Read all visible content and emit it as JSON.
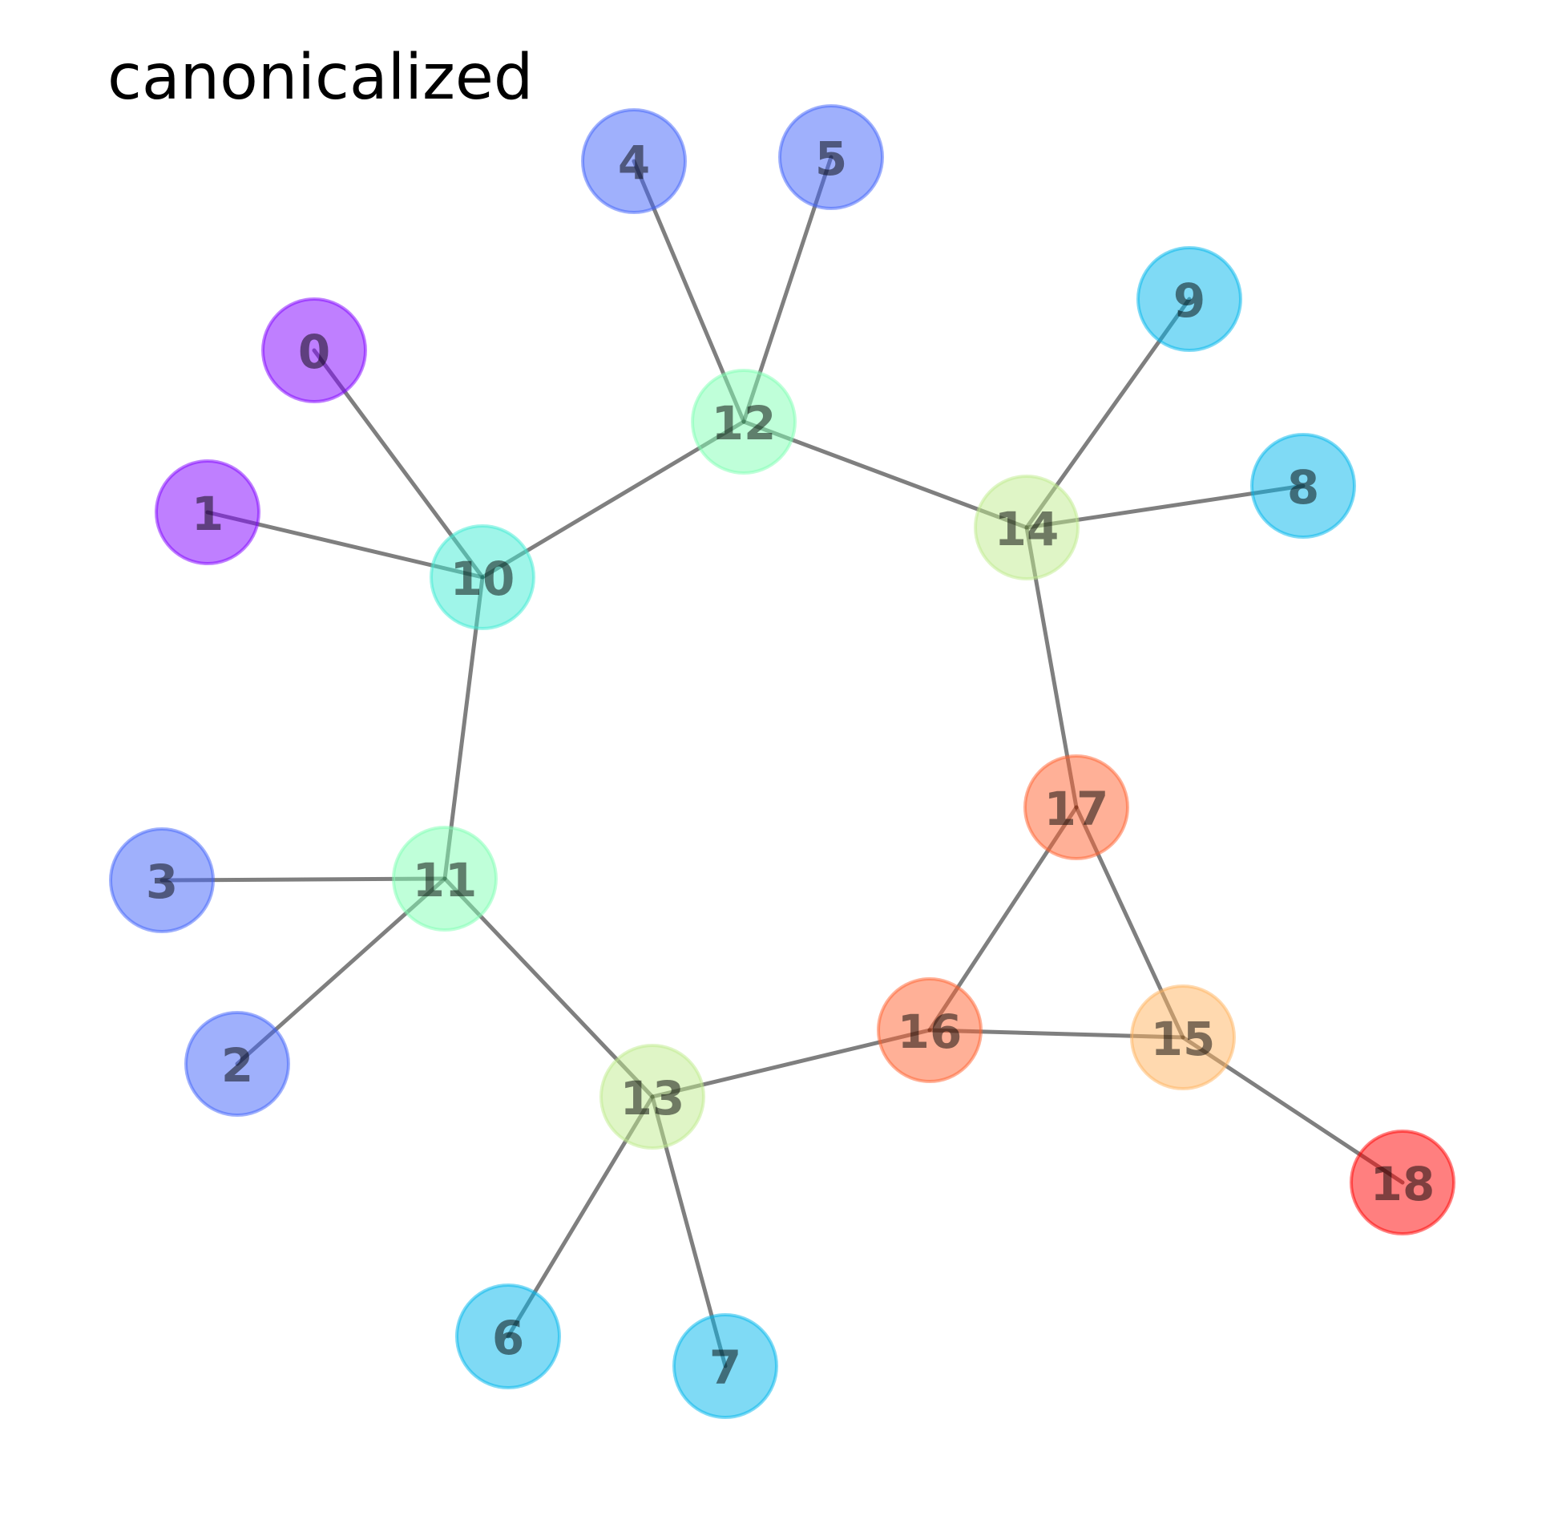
{
  "title": "canonicalized",
  "graph": {
    "nodes": [
      {
        "id": 0,
        "label": "0",
        "color": "#8000ff"
      },
      {
        "id": 1,
        "label": "1",
        "color": "#8000ff"
      },
      {
        "id": 2,
        "label": "2",
        "color": "#4062fa"
      },
      {
        "id": 3,
        "label": "3",
        "color": "#4062fa"
      },
      {
        "id": 4,
        "label": "4",
        "color": "#4062fa"
      },
      {
        "id": 5,
        "label": "5",
        "color": "#4062fa"
      },
      {
        "id": 6,
        "label": "6",
        "color": "#00b5eb"
      },
      {
        "id": 7,
        "label": "7",
        "color": "#00b5eb"
      },
      {
        "id": 8,
        "label": "8",
        "color": "#00b5eb"
      },
      {
        "id": 9,
        "label": "9",
        "color": "#00b5eb"
      },
      {
        "id": 10,
        "label": "10",
        "color": "#40ecd4"
      },
      {
        "id": 11,
        "label": "11",
        "color": "#80ffb4"
      },
      {
        "id": 12,
        "label": "12",
        "color": "#80ffb4"
      },
      {
        "id": 13,
        "label": "13",
        "color": "#c0eb8d"
      },
      {
        "id": 14,
        "label": "14",
        "color": "#c0eb8d"
      },
      {
        "id": 15,
        "label": "15",
        "color": "#ffb360"
      },
      {
        "id": 16,
        "label": "16",
        "color": "#ff6230"
      },
      {
        "id": 17,
        "label": "17",
        "color": "#ff6230"
      },
      {
        "id": 18,
        "label": "18",
        "color": "#ff0000"
      }
    ],
    "edges": [
      [
        0,
        10
      ],
      [
        1,
        10
      ],
      [
        10,
        12
      ],
      [
        10,
        11
      ],
      [
        4,
        12
      ],
      [
        5,
        12
      ],
      [
        12,
        14
      ],
      [
        9,
        14
      ],
      [
        8,
        14
      ],
      [
        14,
        17
      ],
      [
        3,
        11
      ],
      [
        2,
        11
      ],
      [
        11,
        13
      ],
      [
        13,
        6
      ],
      [
        13,
        7
      ],
      [
        13,
        16
      ],
      [
        16,
        17
      ],
      [
        16,
        15
      ],
      [
        17,
        15
      ],
      [
        15,
        18
      ]
    ]
  }
}
